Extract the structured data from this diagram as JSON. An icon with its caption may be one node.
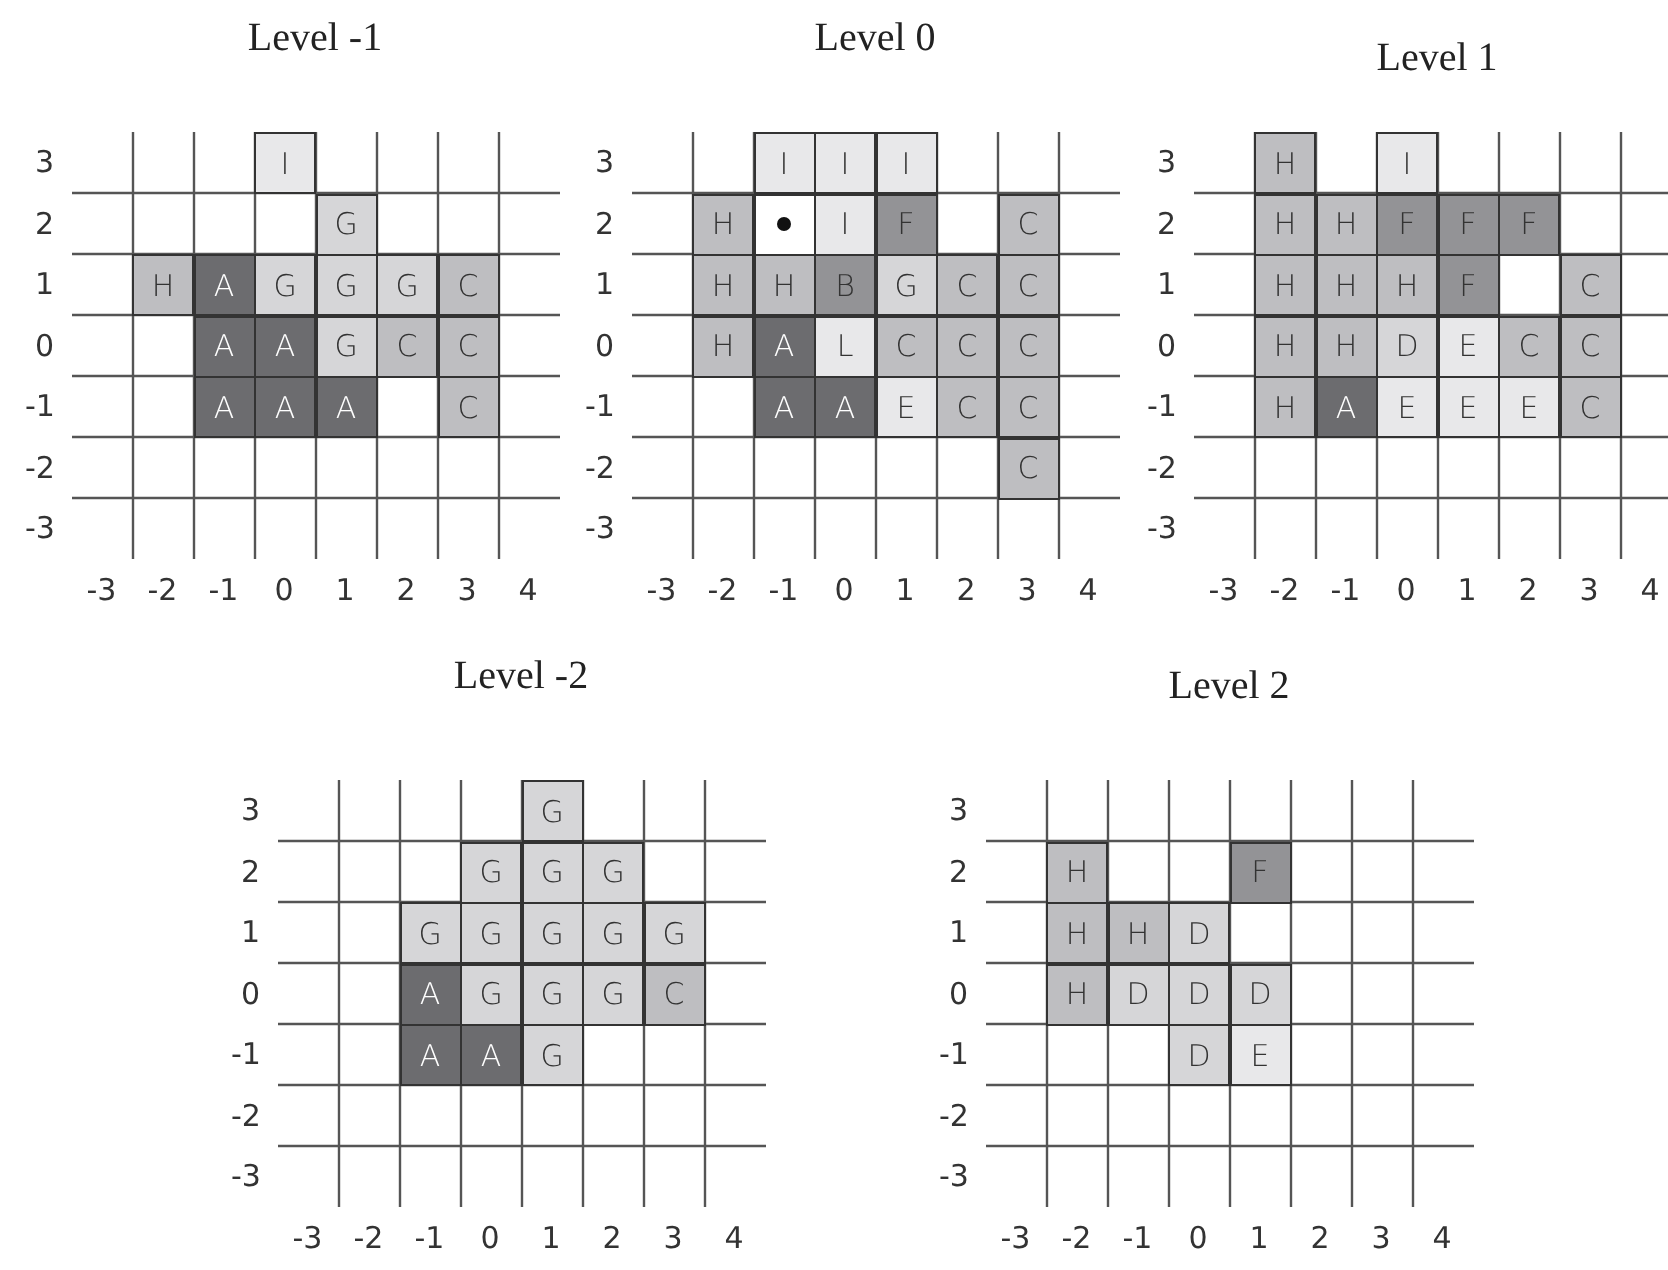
{
  "diagram": {
    "nodes": [
      {
        "text": [
          "Level -1"
        ]
      },
      {
        "text": [
          "I"
        ],
        "in": 0
      },
      {
        "text": [
          "G"
        ],
        "in": 0
      },
      {
        "text": [
          "H"
        ],
        "in": 0
      },
      {
        "text": [
          "A"
        ],
        "in": 0
      },
      {
        "text": [
          "G"
        ],
        "in": 0
      },
      {
        "text": [
          "G"
        ],
        "in": 0
      },
      {
        "text": [
          "G"
        ],
        "in": 0
      },
      {
        "text": [
          "C"
        ],
        "in": 0
      },
      {
        "text": [
          "A"
        ],
        "in": 0
      },
      {
        "text": [
          "A"
        ],
        "in": 0
      },
      {
        "text": [
          "G"
        ],
        "in": 0
      },
      {
        "text": [
          "C"
        ],
        "in": 0
      },
      {
        "text": [
          "C"
        ],
        "in": 0
      },
      {
        "text": [
          "A"
        ],
        "in": 0
      },
      {
        "text": [
          "A"
        ],
        "in": 0
      },
      {
        "text": [
          "A"
        ],
        "in": 0
      },
      {
        "text": [
          "C"
        ],
        "in": 0
      },
      {
        "text": [
          "Level 0"
        ]
      },
      {
        "text": [
          "I"
        ],
        "in": 18
      },
      {
        "text": [
          "I"
        ],
        "in": 18
      },
      {
        "text": [
          "I"
        ],
        "in": 18
      },
      {
        "text": [
          "H"
        ],
        "in": 18
      },
      {
        "text": [],
        "shape": "circle",
        "in": 18
      },
      {
        "text": [
          "I"
        ],
        "in": 18
      },
      {
        "text": [
          "F"
        ],
        "in": 18
      },
      {
        "text": [
          "C"
        ],
        "in": 18
      },
      {
        "text": [
          "H"
        ],
        "in": 18
      },
      {
        "text": [
          "H"
        ],
        "in": 18
      },
      {
        "text": [
          "B"
        ],
        "in": 18
      },
      {
        "text": [
          "G"
        ],
        "in": 18
      },
      {
        "text": [
          "C"
        ],
        "in": 18
      },
      {
        "text": [
          "C"
        ],
        "in": 18
      },
      {
        "text": [
          "H"
        ],
        "in": 18
      },
      {
        "text": [
          "A"
        ],
        "in": 18
      },
      {
        "text": [
          "L"
        ],
        "in": 18
      },
      {
        "text": [
          "C"
        ],
        "in": 18
      },
      {
        "text": [
          "C"
        ],
        "in": 18
      },
      {
        "text": [
          "C"
        ],
        "in": 18
      },
      {
        "text": [
          "A"
        ],
        "in": 18
      },
      {
        "text": [
          "A"
        ],
        "in": 18
      },
      {
        "text": [
          "E"
        ],
        "in": 18
      },
      {
        "text": [
          "C"
        ],
        "in": 18
      },
      {
        "text": [
          "C"
        ],
        "in": 18
      },
      {
        "text": [
          "C"
        ],
        "in": 18
      },
      {
        "text": [
          "Level 1"
        ]
      },
      {
        "text": [
          "H"
        ],
        "in": 45
      },
      {
        "text": [
          "I"
        ],
        "in": 45
      },
      {
        "text": [
          "H"
        ],
        "in": 45
      },
      {
        "text": [
          "H"
        ],
        "in": 45
      },
      {
        "text": [
          "F"
        ],
        "in": 45
      },
      {
        "text": [
          "F"
        ],
        "in": 45
      },
      {
        "text": [
          "F"
        ],
        "in": 45
      },
      {
        "text": [
          "H"
        ],
        "in": 45
      },
      {
        "text": [
          "H"
        ],
        "in": 45
      },
      {
        "text": [
          "H"
        ],
        "in": 45
      },
      {
        "text": [
          "F"
        ],
        "in": 45
      },
      {
        "text": [
          "C"
        ],
        "in": 45
      },
      {
        "text": [
          "H"
        ],
        "in": 45
      },
      {
        "text": [
          "H"
        ],
        "in": 45
      },
      {
        "text": [
          "D"
        ],
        "in": 45
      },
      {
        "text": [
          "E"
        ],
        "in": 45
      },
      {
        "text": [
          "C"
        ],
        "in": 45
      },
      {
        "text": [
          "C"
        ],
        "in": 45
      },
      {
        "text": [
          "H"
        ],
        "in": 45
      },
      {
        "text": [
          "A"
        ],
        "in": 45
      },
      {
        "text": [
          "E"
        ],
        "in": 45
      },
      {
        "text": [
          "E"
        ],
        "in": 45
      },
      {
        "text": [
          "E"
        ],
        "in": 45
      },
      {
        "text": [
          "C"
        ],
        "in": 45
      },
      {
        "text": [
          "Level -2"
        ]
      },
      {
        "text": [
          "G"
        ],
        "in": 70
      },
      {
        "text": [
          "G"
        ],
        "in": 70
      },
      {
        "text": [
          "G"
        ],
        "in": 70
      },
      {
        "text": [
          "G"
        ],
        "in": 70
      },
      {
        "text": [
          "G"
        ],
        "in": 70
      },
      {
        "text": [
          "G"
        ],
        "in": 70
      },
      {
        "text": [
          "G"
        ],
        "in": 70
      },
      {
        "text": [
          "G"
        ],
        "in": 70
      },
      {
        "text": [
          "G"
        ],
        "in": 70
      },
      {
        "text": [
          "A"
        ],
        "in": 70
      },
      {
        "text": [
          "G"
        ],
        "in": 70
      },
      {
        "text": [
          "G"
        ],
        "in": 70
      },
      {
        "text": [
          "G"
        ],
        "in": 70
      },
      {
        "text": [
          "C"
        ],
        "in": 70
      },
      {
        "text": [
          "A"
        ],
        "in": 70
      },
      {
        "text": [
          "A"
        ],
        "in": 70
      },
      {
        "text": [
          "G"
        ],
        "in": 70
      },
      {
        "text": [
          "Level 2"
        ]
      },
      {
        "text": [
          "H"
        ],
        "in": 88
      },
      {
        "text": [
          "F"
        ],
        "in": 88
      },
      {
        "text": [
          "H"
        ],
        "in": 88
      },
      {
        "text": [
          "H"
        ],
        "in": 88
      },
      {
        "text": [
          "D"
        ],
        "in": 88
      },
      {
        "text": [
          "H"
        ],
        "in": 88
      },
      {
        "text": [
          "D"
        ],
        "in": 88
      },
      {
        "text": [
          "D"
        ],
        "in": 88
      },
      {
        "text": [
          "D"
        ],
        "in": 88
      },
      {
        "text": [
          "D"
        ],
        "in": 88
      },
      {
        "text": [
          "E"
        ],
        "in": 88
      }
    ],
    "labels": [
      "3",
      "2",
      "1",
      "0",
      "-1",
      "-2",
      "-3",
      "-3",
      "-2",
      "-1",
      "0",
      "1",
      "2",
      "3",
      "4",
      "3",
      "2",
      "1",
      "0",
      "-1",
      "-2",
      "-3",
      "-3",
      "-2",
      "-1",
      "0",
      "1",
      "2",
      "3",
      "4",
      "3",
      "2",
      "1",
      "0",
      "-1",
      "-2",
      "-3",
      "-3",
      "-2",
      "-1",
      "0",
      "1",
      "2",
      "3",
      "4",
      "3",
      "2",
      "1",
      "0",
      "-1",
      "-2",
      "-3",
      "-3",
      "-2",
      "-1",
      "0",
      "1",
      "2",
      "3",
      "4",
      "3",
      "2",
      "1",
      "0",
      "-1",
      "-2",
      "-3",
      "-3",
      "-2",
      "-1",
      "0",
      "1",
      "2",
      "3",
      "4"
    ]
  }
}
